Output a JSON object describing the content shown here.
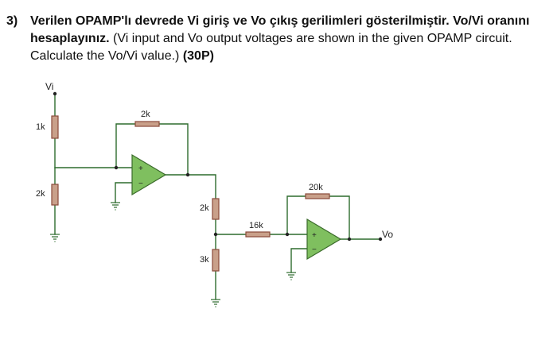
{
  "question": {
    "number": "3)",
    "turkish_title": "Verilen OPAMP'lı devrede Vi giriş ve Vo çıkış gerilimleri gösterilmiştir. Vo/Vi oranını",
    "turkish_title_end": "hesaplayınız.",
    "english_line1": "(Vi input and Vo output voltages are shown in the given OPAMP circuit.",
    "english_line2": "Calculate the Vo/Vi value.)",
    "points": "(30P)"
  },
  "circuit": {
    "input_label": "Vi",
    "output_label": "Vo",
    "resistors": {
      "r_top_left": "1k",
      "r_bottom_left": "2k",
      "r_feedback1": "2k",
      "r_mid_top": "2k",
      "r_mid_bottom": "3k",
      "r_series": "16k",
      "r_feedback2": "20k"
    },
    "opamp1_plus": "+",
    "opamp1_minus": "−",
    "opamp2_plus": "+",
    "opamp2_minus": "−"
  },
  "colors": {
    "wire": "#2d6b2d",
    "resistor_body": "#c9a08a",
    "resistor_border": "#8a4a3a",
    "opamp_fill": "#7fbf5f",
    "opamp_stroke": "#3a6a2a",
    "node": "#222222"
  }
}
